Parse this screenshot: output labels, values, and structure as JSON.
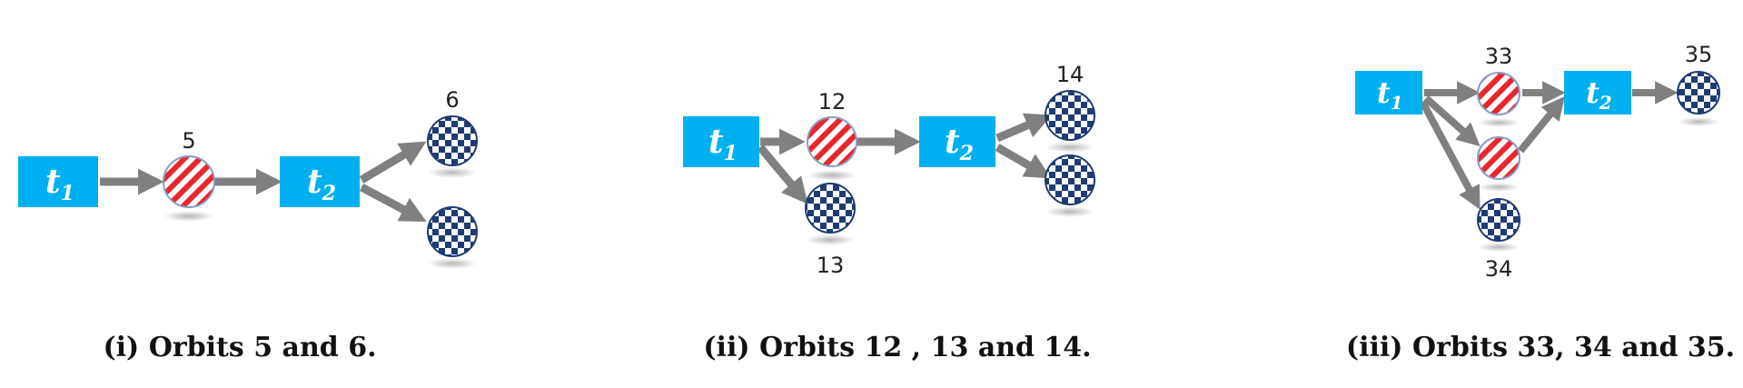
{
  "colors": {
    "task_box": "#00b0f0",
    "arrow": "#808080",
    "stripe_red": "#e8262c",
    "checker_navy": "#1f3b73"
  },
  "panels": [
    {
      "caption": "(i) Orbits 5 and 6.",
      "boxes": [
        {
          "label": "t",
          "sub": "1"
        },
        {
          "label": "t",
          "sub": "2"
        }
      ],
      "numbers": [
        "5",
        "6"
      ]
    },
    {
      "caption": "(ii) Orbits 12 , 13 and 14.",
      "boxes": [
        {
          "label": "t",
          "sub": "1"
        },
        {
          "label": "t",
          "sub": "2"
        }
      ],
      "numbers": [
        "12",
        "13",
        "14"
      ]
    },
    {
      "caption": "(iii) Orbits 33, 34 and 35.",
      "boxes": [
        {
          "label": "t",
          "sub": "1"
        },
        {
          "label": "t",
          "sub": "2"
        }
      ],
      "numbers": [
        "33",
        "34",
        "35"
      ]
    }
  ]
}
